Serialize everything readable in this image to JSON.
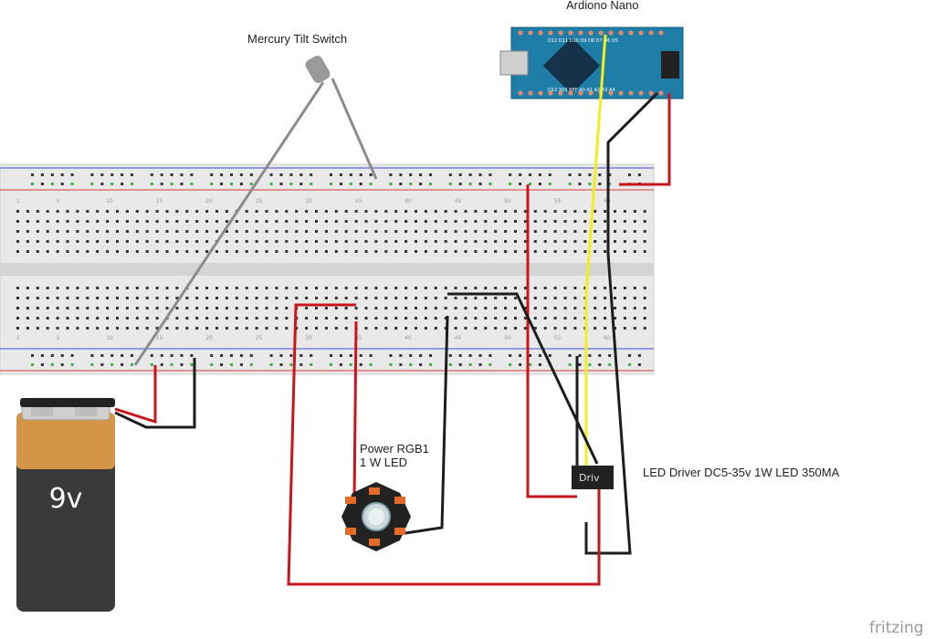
{
  "labels": {
    "tilt_switch": "Mercury Tilt Switch",
    "arduino": "Ardiono Nano",
    "led_line1": "Power RGB1",
    "led_line2": "1 W LED",
    "driver": "LED Driver DC5-35v 1W LED 350MA",
    "driver_chip": "Driv",
    "battery": "9v",
    "brand": "fritzing"
  },
  "breadboard_numbers": [
    "1",
    "5",
    "10",
    "15",
    "20",
    "25",
    "30",
    "35",
    "40",
    "45",
    "50",
    "55",
    "60"
  ],
  "colors": {
    "breadboard": "#e9e9e9",
    "rail_red": "#d63a3a",
    "rail_blue": "#3a4bd6",
    "wire_red": "#c8161d",
    "wire_black": "#1d1d1d",
    "wire_yellow": "#f2ee1e",
    "wire_gray": "#8c8c8c",
    "arduino_board": "#1f7ea7",
    "battery_top": "#d59548",
    "battery_body": "#3a3a3a"
  }
}
